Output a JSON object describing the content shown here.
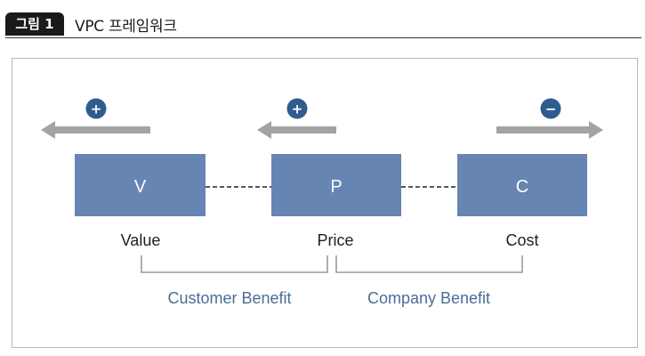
{
  "figure": {
    "badge": "그림 1",
    "title": "VPC 프레임워크"
  },
  "boxes": [
    {
      "letter": "V",
      "label": "Value"
    },
    {
      "letter": "P",
      "label": "Price"
    },
    {
      "letter": "C",
      "label": "Cost"
    }
  ],
  "arrows": [
    {
      "sign": "+",
      "direction": "left"
    },
    {
      "sign": "+",
      "direction": "left"
    },
    {
      "sign": "−",
      "direction": "right"
    }
  ],
  "benefits": [
    {
      "label": "Customer Benefit",
      "from": "Value",
      "to": "Price"
    },
    {
      "label": "Company Benefit",
      "from": "Price",
      "to": "Cost"
    }
  ],
  "colors": {
    "box_fill": "#6685b3",
    "sign_circle": "#2e5c8e",
    "arrow": "#a3a3a3",
    "benefit_text": "#4a6d96",
    "bracket": "#9a9a9a"
  }
}
